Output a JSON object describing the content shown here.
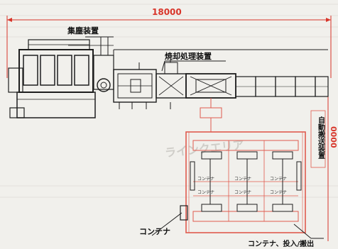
{
  "dimensions": {
    "overall_length": "18000",
    "right_side_partial": "0000"
  },
  "labels": {
    "dust_collector": "集塵装置",
    "incineration_unit": "焼却処理装置",
    "auto_container_unit": "自動搬送装置",
    "container": "コンテナ",
    "container_in_out": "コンテナ、投入/搬出"
  },
  "background_text": {
    "mirrored_heading": "ラインクエリア"
  },
  "small_labels": [
    "コンテナ",
    "コンテナ",
    "コンテナ",
    "コンテナ",
    "コンテナ",
    "コンテナ"
  ],
  "colors": {
    "dimension_red": "#d8352a",
    "drawing_red": "#e05a4e",
    "ink": "#1e1e1e"
  }
}
